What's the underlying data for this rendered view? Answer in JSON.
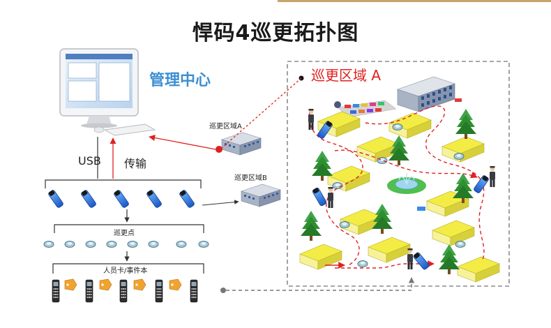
{
  "title": "悍码4巡更拓扑图",
  "management_center": "管理中心",
  "usb": "USB",
  "transfer": "传输",
  "zone_a_small": "巡更区域A",
  "zone_b_small": "巡更区域B",
  "checkpoints": "巡更点",
  "cards": "人员卡/事件本",
  "zone_a_title": "巡更区域 A",
  "colors": {
    "accent_blue": "#3d8fd1",
    "route_red": "#e02020",
    "building_yellow": "#f3ec45",
    "tree_green": "#2f8f2f",
    "frame_gray": "#8c8c8c"
  }
}
